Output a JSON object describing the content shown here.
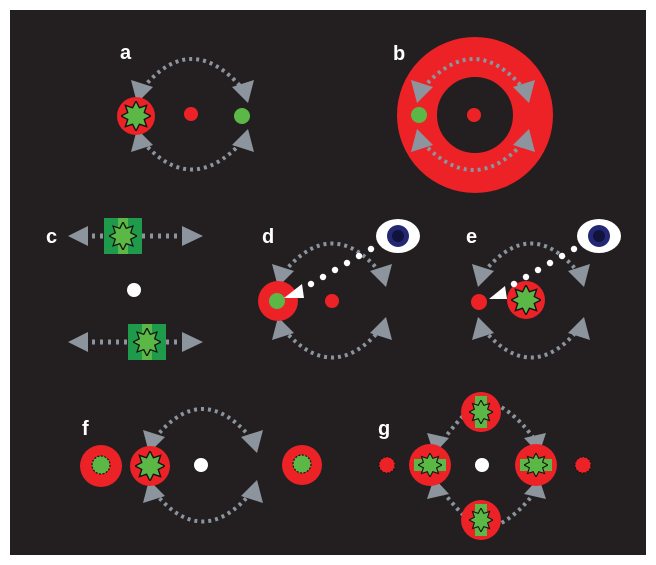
{
  "panels": [
    {
      "id": "a",
      "label": "a"
    },
    {
      "id": "b",
      "label": "b"
    },
    {
      "id": "c",
      "label": "c"
    },
    {
      "id": "d",
      "label": "d"
    },
    {
      "id": "e",
      "label": "e"
    },
    {
      "id": "f",
      "label": "f"
    },
    {
      "id": "g",
      "label": "g"
    }
  ],
  "colors": {
    "background": "#231f20",
    "red": "#ec2227",
    "green": "#5bb847",
    "dark_green": "#1f9a4a",
    "white": "#ffffff",
    "gray": "#8c959e",
    "eye_blue": "#232774"
  }
}
